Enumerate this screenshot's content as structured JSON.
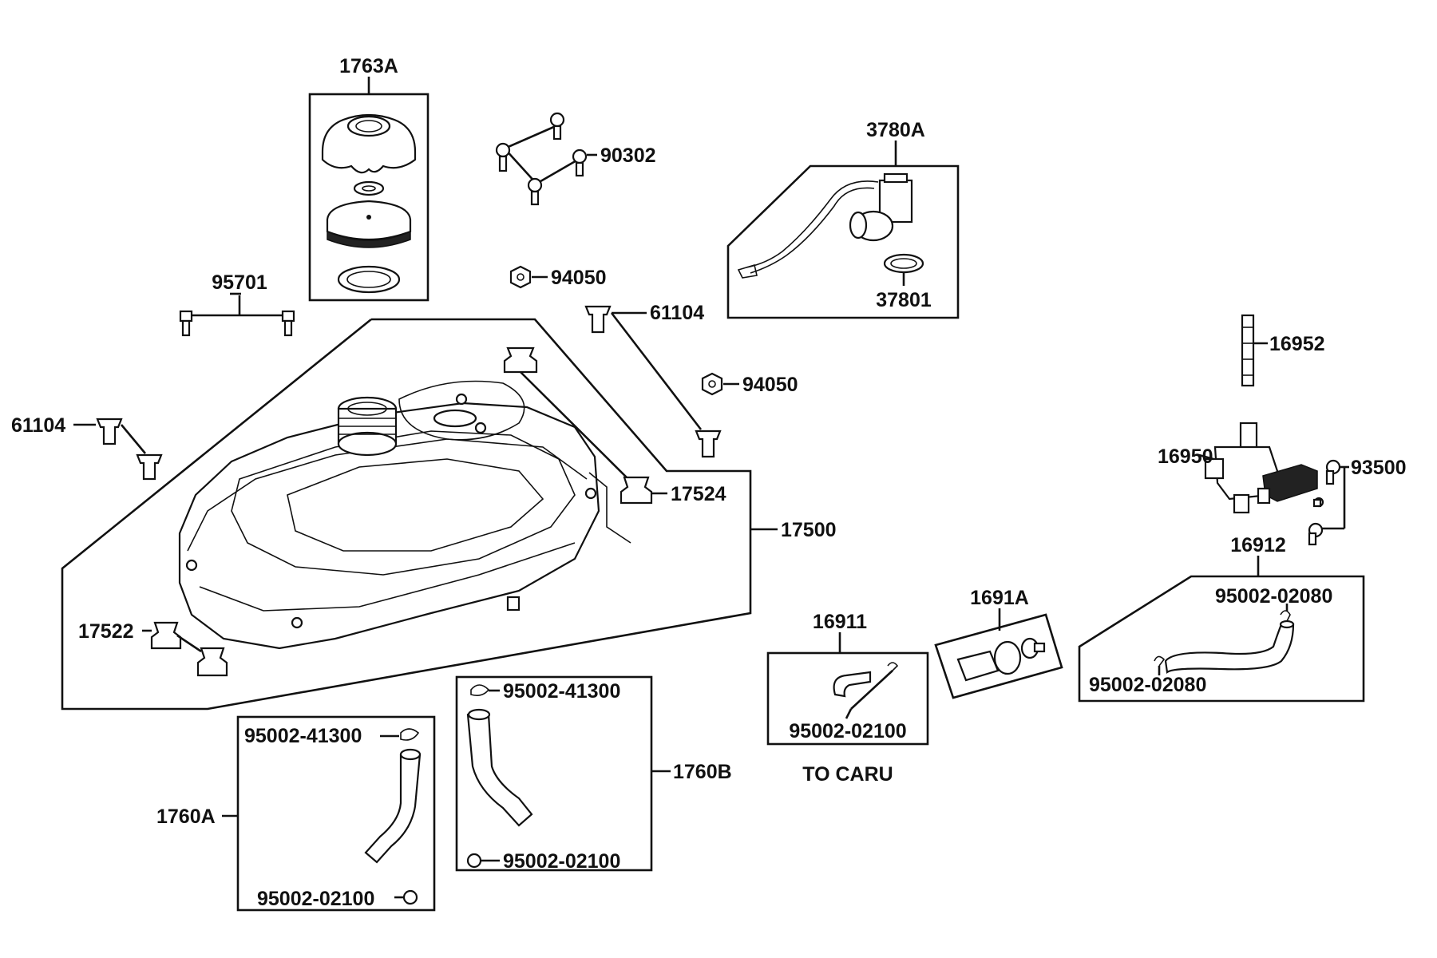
{
  "labels": {
    "filler_cap": "1763A",
    "bolts_90302": "90302",
    "fuel_unit": "3780A",
    "gasket_37801": "37801",
    "bolts_95701": "95701",
    "nut_94050_top": "94050",
    "cushion_61104_right": "61104",
    "nut_94050_mid": "94050",
    "filter_16952": "16952",
    "cushion_61104_left": "61104",
    "cock_16950": "16950",
    "screw_93500": "93500",
    "rubber_17524": "17524",
    "tank_17500": "17500",
    "hose_16912": "16912",
    "rubber_17522": "17522",
    "hose_16911": "16911",
    "filter_1691A": "1691A",
    "clip_02080_top": "95002-02080",
    "clip_02080_bottom": "95002-02080",
    "clip_41300_b": "95002-41300",
    "clip_41300_a": "95002-41300",
    "hose_1760B": "1760B",
    "clip_02100_16911": "95002-02100",
    "to_caru": "TO CARU",
    "hose_1760A": "1760A",
    "clip_02100_b": "95002-02100",
    "clip_02100_a": "95002-02100"
  }
}
